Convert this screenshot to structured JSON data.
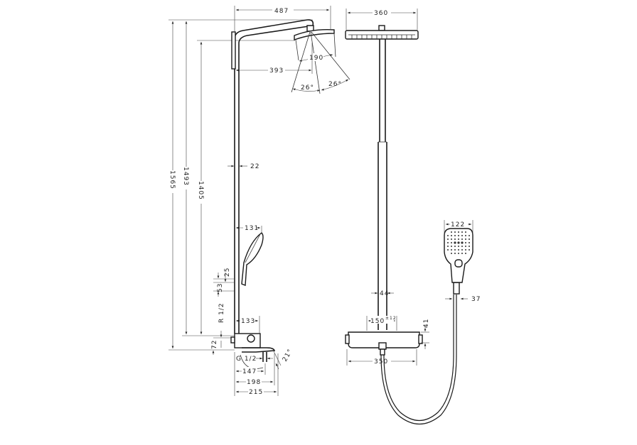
{
  "drawing": {
    "side_view": {
      "dims": {
        "total_height": "1565",
        "height_2": "1493",
        "height_3": "1405",
        "arm_length": "487",
        "head_offset": "393",
        "head_diameter": "190",
        "spray_angle_left": "26°",
        "spray_angle_right": "26°",
        "pipe_diameter": "22",
        "hand_shower_offset": "131",
        "dim_25": "25",
        "dim_53": "53",
        "connection": "R 1/2",
        "thermostat_depth": "133",
        "dim_72": "72",
        "outlet_thread": "G 1/2",
        "dim_147": "147",
        "dim_198": "198",
        "dim_215": "215",
        "spout_angle": "21°"
      }
    },
    "front_view": {
      "dims": {
        "head_width": "360",
        "pipe_diameter": "44",
        "connection_spacing": "150",
        "connection_tolerance": "±12",
        "thermostat_height": "41",
        "thermostat_width": "350",
        "hand_shower_width": "122",
        "handle_width": "37"
      }
    }
  }
}
